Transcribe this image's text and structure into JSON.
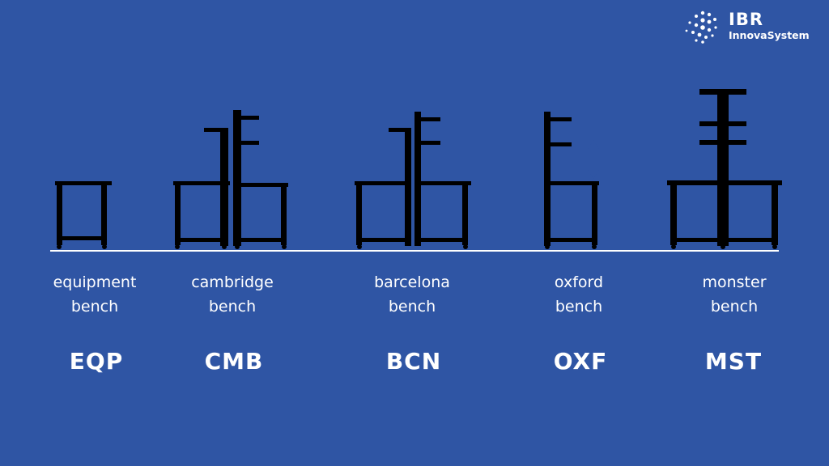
{
  "brand": {
    "name": "IBR",
    "subtitle": "InnovaSystem",
    "icon": "dot-cluster-icon"
  },
  "colors": {
    "background": "#2f55a4",
    "furniture": "#000000",
    "floor_line": "#ffffff",
    "arrow": "#2f55a4",
    "text": "#ffffff"
  },
  "benches": [
    {
      "line1": "equipment",
      "line2": "bench",
      "code": "EQP"
    },
    {
      "line1": "cambridge",
      "line2": "bench",
      "code": "CMB"
    },
    {
      "line1": "barcelona",
      "line2": "bench",
      "code": "BCN"
    },
    {
      "line1": "oxford",
      "line2": "bench",
      "code": "OXF"
    },
    {
      "line1": "monster",
      "line2": "bench",
      "code": "MST"
    }
  ]
}
